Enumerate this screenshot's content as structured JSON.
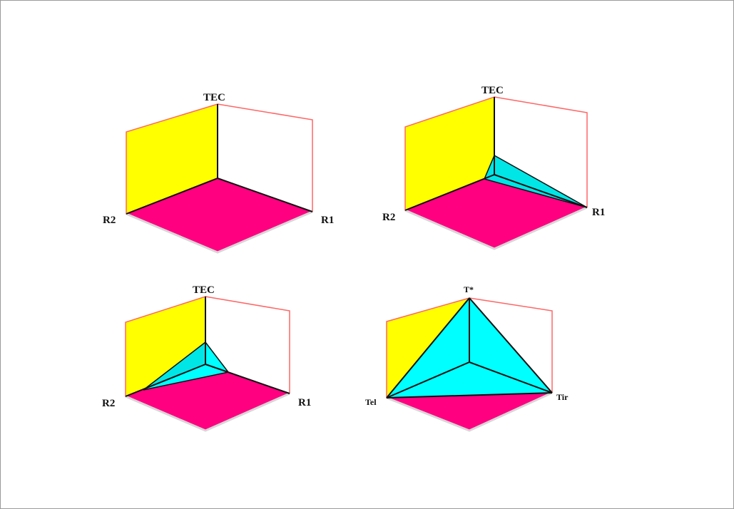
{
  "colors": {
    "yellow_wall": "#ffff00",
    "magenta_floor": "#ff0080",
    "cyan_shape": "#00ffff",
    "pink_frame": "#ff6666",
    "edge": "#111111"
  },
  "panels": [
    {
      "labels": {
        "top": "TEC",
        "left": "R2",
        "right": "R1"
      }
    },
    {
      "labels": {
        "top": "TEC",
        "left": "R2",
        "right": "R1"
      }
    },
    {
      "labels": {
        "top": "TEC",
        "left": "R2",
        "right": "R1"
      }
    },
    {
      "labels": {
        "top": "T*",
        "left": "Tel",
        "right": "Tir"
      }
    }
  ]
}
